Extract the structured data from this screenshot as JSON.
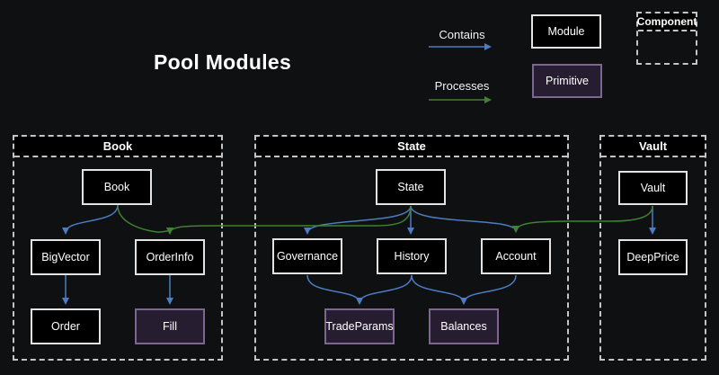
{
  "title": "Pool Modules",
  "legend": {
    "contains_label": "Contains",
    "processes_label": "Processes",
    "module_label": "Module",
    "primitive_label": "Primitive",
    "component_label": "Component"
  },
  "colors": {
    "background": "#0f1011",
    "contains_arrow_blue": "#4c7cc2",
    "processes_arrow_green": "#3f8230",
    "module_fill": "#000000",
    "module_border": "#e3e3e3",
    "primitive_fill": "#261d30",
    "primitive_border": "#7d6690",
    "container_dash": "#c4c4c4"
  },
  "graph": {
    "containers": [
      {
        "label": "Book"
      },
      {
        "label": "State"
      },
      {
        "label": "Vault"
      }
    ],
    "nodes": [
      {
        "label": "Book",
        "type": "module",
        "container": "Book"
      },
      {
        "label": "BigVector",
        "type": "module",
        "container": "Book"
      },
      {
        "label": "OrderInfo",
        "type": "module",
        "container": "Book"
      },
      {
        "label": "Order",
        "type": "module",
        "container": "Book"
      },
      {
        "label": "Fill",
        "type": "primitive",
        "container": "Book"
      },
      {
        "label": "State",
        "type": "module",
        "container": "State"
      },
      {
        "label": "Governance",
        "type": "module",
        "container": "State"
      },
      {
        "label": "History",
        "type": "module",
        "container": "State"
      },
      {
        "label": "Account",
        "type": "module",
        "container": "State"
      },
      {
        "label": "TradeParams",
        "type": "primitive",
        "container": "State"
      },
      {
        "label": "Balances",
        "type": "primitive",
        "container": "State"
      },
      {
        "label": "Vault",
        "type": "module",
        "container": "Vault"
      },
      {
        "label": "DeepPrice",
        "type": "module",
        "container": "Vault"
      }
    ],
    "edges": [
      {
        "from": "Book",
        "to": "BigVector",
        "relation": "contains"
      },
      {
        "from": "BigVector",
        "to": "Order",
        "relation": "contains"
      },
      {
        "from": "OrderInfo",
        "to": "Fill",
        "relation": "contains"
      },
      {
        "from": "State",
        "to": "Governance",
        "relation": "contains"
      },
      {
        "from": "State",
        "to": "History",
        "relation": "contains"
      },
      {
        "from": "State",
        "to": "Account",
        "relation": "contains"
      },
      {
        "from": "Governance",
        "to": "TradeParams",
        "relation": "contains"
      },
      {
        "from": "History",
        "to": "TradeParams",
        "relation": "contains"
      },
      {
        "from": "History",
        "to": "Balances",
        "relation": "contains"
      },
      {
        "from": "Account",
        "to": "Balances",
        "relation": "contains"
      },
      {
        "from": "Vault",
        "to": "DeepPrice",
        "relation": "contains"
      },
      {
        "from": "Book",
        "to": "OrderInfo",
        "relation": "processes"
      },
      {
        "from": "State",
        "to": "OrderInfo",
        "relation": "processes"
      },
      {
        "from": "Vault",
        "to": "Account",
        "relation": "processes"
      }
    ]
  }
}
